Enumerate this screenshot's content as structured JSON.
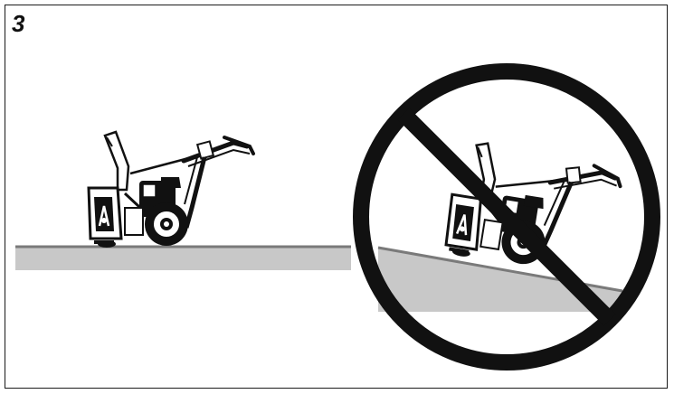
{
  "figure": {
    "number": "3"
  },
  "panels": [
    {
      "id": "flat-ground",
      "meaning": "allowed",
      "icon": "snowblower-on-level-ground"
    },
    {
      "id": "slope",
      "meaning": "prohibited",
      "icon": "snowblower-on-slope",
      "overlay": "no-symbol-icon"
    }
  ],
  "colors": {
    "line": "#1a1a1a",
    "ground_fill": "#c8c8c8",
    "ground_edge": "#7a7a7a",
    "machine_fill": "#ffffff",
    "machine_dark": "#111111"
  }
}
